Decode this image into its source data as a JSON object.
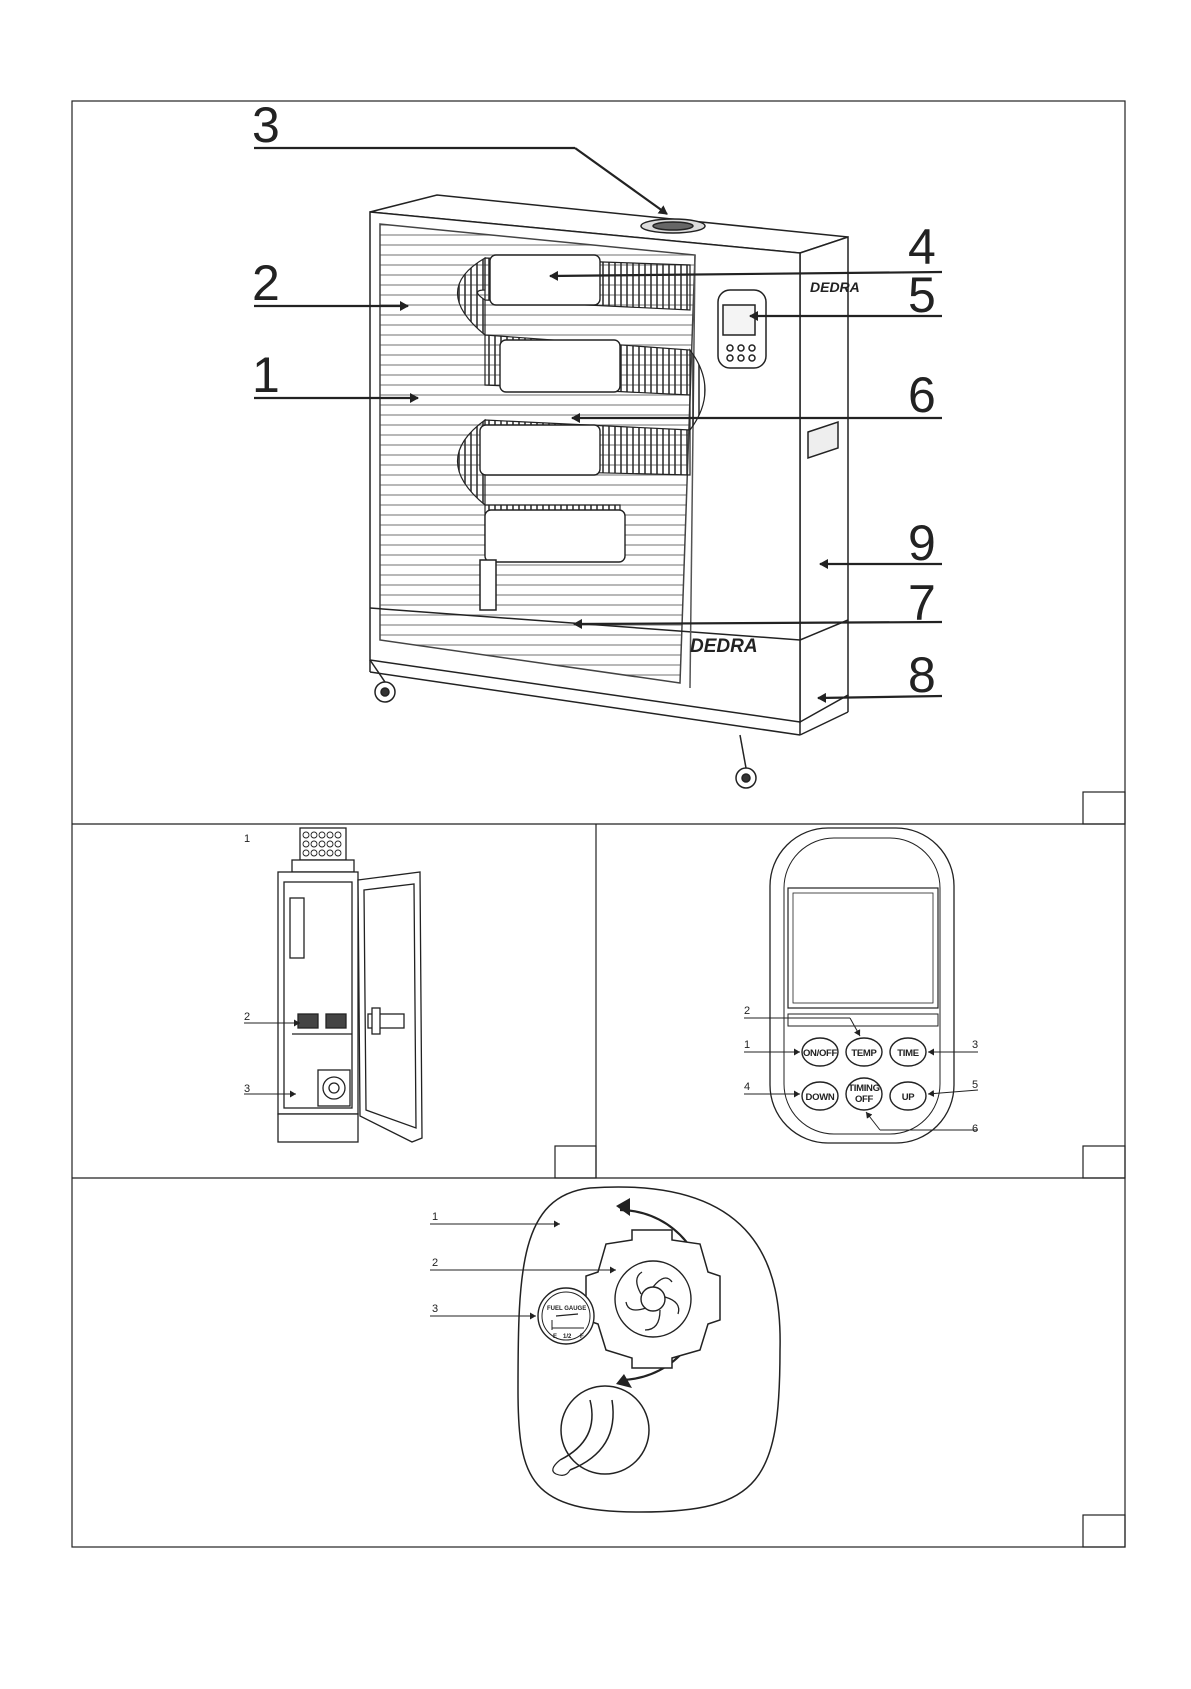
{
  "figure1": {
    "callouts": [
      "1",
      "2",
      "3",
      "4",
      "5",
      "6",
      "7",
      "8",
      "9"
    ],
    "brand_top": "DEDRA",
    "brand_front": "DEDRA"
  },
  "figure2": {
    "callouts": [
      "1",
      "2",
      "3"
    ]
  },
  "figure3": {
    "callouts": [
      "1",
      "2",
      "3",
      "4",
      "5",
      "6"
    ],
    "buttons": {
      "on_off": "ON/OFF",
      "temp": "TEMP",
      "time": "TIME",
      "down": "DOWN",
      "timing_off_line1": "TIMING",
      "timing_off_line2": "OFF",
      "up": "UP"
    }
  },
  "figure4": {
    "callouts": [
      "1",
      "2",
      "3"
    ],
    "gauge_title": "FUEL GAUGE",
    "gauge_e": "E",
    "gauge_half": "1/2",
    "gauge_f": "F"
  }
}
